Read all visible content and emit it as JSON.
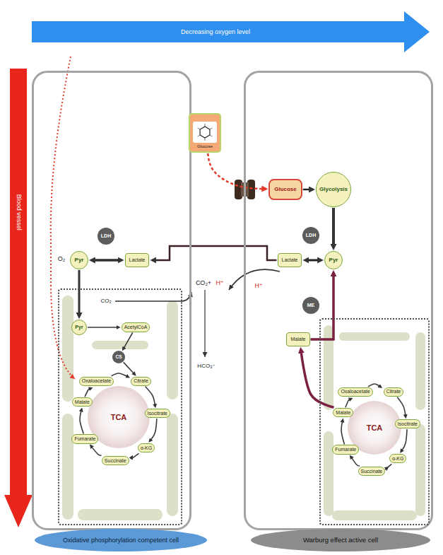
{
  "diagram": {
    "nodes": [
      {
        "text": [
          "Oxidative phosphorylation competent cell"
        ]
      },
      {
        "text": [
          "TCA"
        ],
        "in": 0
      },
      {
        "text": [
          "LDH"
        ],
        "in": 0
      },
      {
        "text": [
          "Pyr"
        ],
        "in": 0
      },
      {
        "text": [
          "Lactate"
        ],
        "in": 0
      },
      {
        "text": [
          "Pyr"
        ],
        "in": 1
      },
      {
        "text": [
          "AcetylCoA"
        ],
        "in": 1
      },
      {
        "text": [
          "CS"
        ],
        "in": 1
      },
      {
        "text": [
          "Oxaloacetate"
        ],
        "in": 1
      },
      {
        "text": [
          "Citrate"
        ],
        "in": 1
      },
      {
        "text": [
          "Isocitrate"
        ],
        "in": 1
      },
      {
        "text": [
          "α-KG"
        ],
        "in": 1
      },
      {
        "text": [
          "Succinate"
        ],
        "in": 1
      },
      {
        "text": [
          "Fumarate"
        ],
        "in": 1
      },
      {
        "text": [
          "Malate"
        ],
        "in": 1
      },
      {
        "text": [
          "Warburg effect active cell"
        ]
      },
      {
        "text": [
          "TCA"
        ],
        "in": 15
      },
      {
        "text": [
          "Glucose"
        ],
        "in": 15
      },
      {
        "text": [
          "Glycolysis"
        ],
        "in": 15
      },
      {
        "text": [
          "LDH"
        ],
        "in": 15
      },
      {
        "text": [
          "Lactate"
        ],
        "in": 15
      },
      {
        "text": [
          "Pyr"
        ],
        "in": 15
      },
      {
        "text": [
          "ME"
        ],
        "in": 15
      },
      {
        "text": [
          "Malate"
        ],
        "in": 15
      },
      {
        "text": [
          "Oxaloacetate"
        ],
        "in": 16
      },
      {
        "text": [
          "Citrate"
        ],
        "in": 16
      },
      {
        "text": [
          "Isocitrate"
        ],
        "in": 16
      },
      {
        "text": [
          "α-KG"
        ],
        "in": 16
      },
      {
        "text": [
          "Succinate"
        ],
        "in": 16
      },
      {
        "text": [
          "Fumarate"
        ],
        "in": 16
      },
      {
        "text": [
          "Malate"
        ],
        "in": 16
      },
      {
        "text": [
          "Glucose"
        ]
      }
    ],
    "edges": [
      {
        "from": 3,
        "to": 4,
        "arrow": "both"
      },
      {
        "from": 20,
        "to": 4,
        "arrow": "to"
      },
      {
        "from": 3,
        "to": 5,
        "arrow": "to"
      },
      {
        "from": 5,
        "to": 6,
        "arrow": "to"
      },
      {
        "from": 6,
        "to": 7,
        "arrow": "to"
      },
      {
        "from": 7,
        "to": 9,
        "arrow": "to"
      },
      {
        "from": 8,
        "to": 9,
        "arrow": "to"
      },
      {
        "from": 9,
        "to": 10,
        "arrow": "to"
      },
      {
        "from": 10,
        "to": 11,
        "arrow": "to"
      },
      {
        "from": 11,
        "to": 12,
        "arrow": "to"
      },
      {
        "from": 12,
        "to": 13,
        "arrow": "to"
      },
      {
        "from": 13,
        "to": 14,
        "arrow": "to"
      },
      {
        "from": 14,
        "to": 8,
        "arrow": "to"
      },
      {
        "from": 31,
        "to": 17,
        "arrow": "to"
      },
      {
        "from": 17,
        "to": 18,
        "arrow": "to"
      },
      {
        "from": 18,
        "to": 21,
        "arrow": "to"
      },
      {
        "from": 20,
        "to": 21,
        "arrow": "both"
      },
      {
        "from": 23,
        "to": 21,
        "arrow": "to"
      },
      {
        "from": 30,
        "to": 23,
        "arrow": "to"
      },
      {
        "from": 24,
        "to": 25,
        "arrow": "to"
      },
      {
        "from": 25,
        "to": 26,
        "arrow": "to"
      },
      {
        "from": 26,
        "to": 27,
        "arrow": "to"
      },
      {
        "from": 27,
        "to": 28,
        "arrow": "to"
      },
      {
        "from": 28,
        "to": 29,
        "arrow": "to"
      },
      {
        "from": 29,
        "to": 30,
        "arrow": "to"
      },
      {
        "from": 30,
        "to": 24,
        "arrow": "to"
      }
    ],
    "labels": [
      "Decreasing oxygen level",
      "Blood vessel",
      "O₂",
      "CO₂",
      "CO₂+",
      "H⁺",
      "H⁺",
      "HCO₃⁻"
    ]
  }
}
